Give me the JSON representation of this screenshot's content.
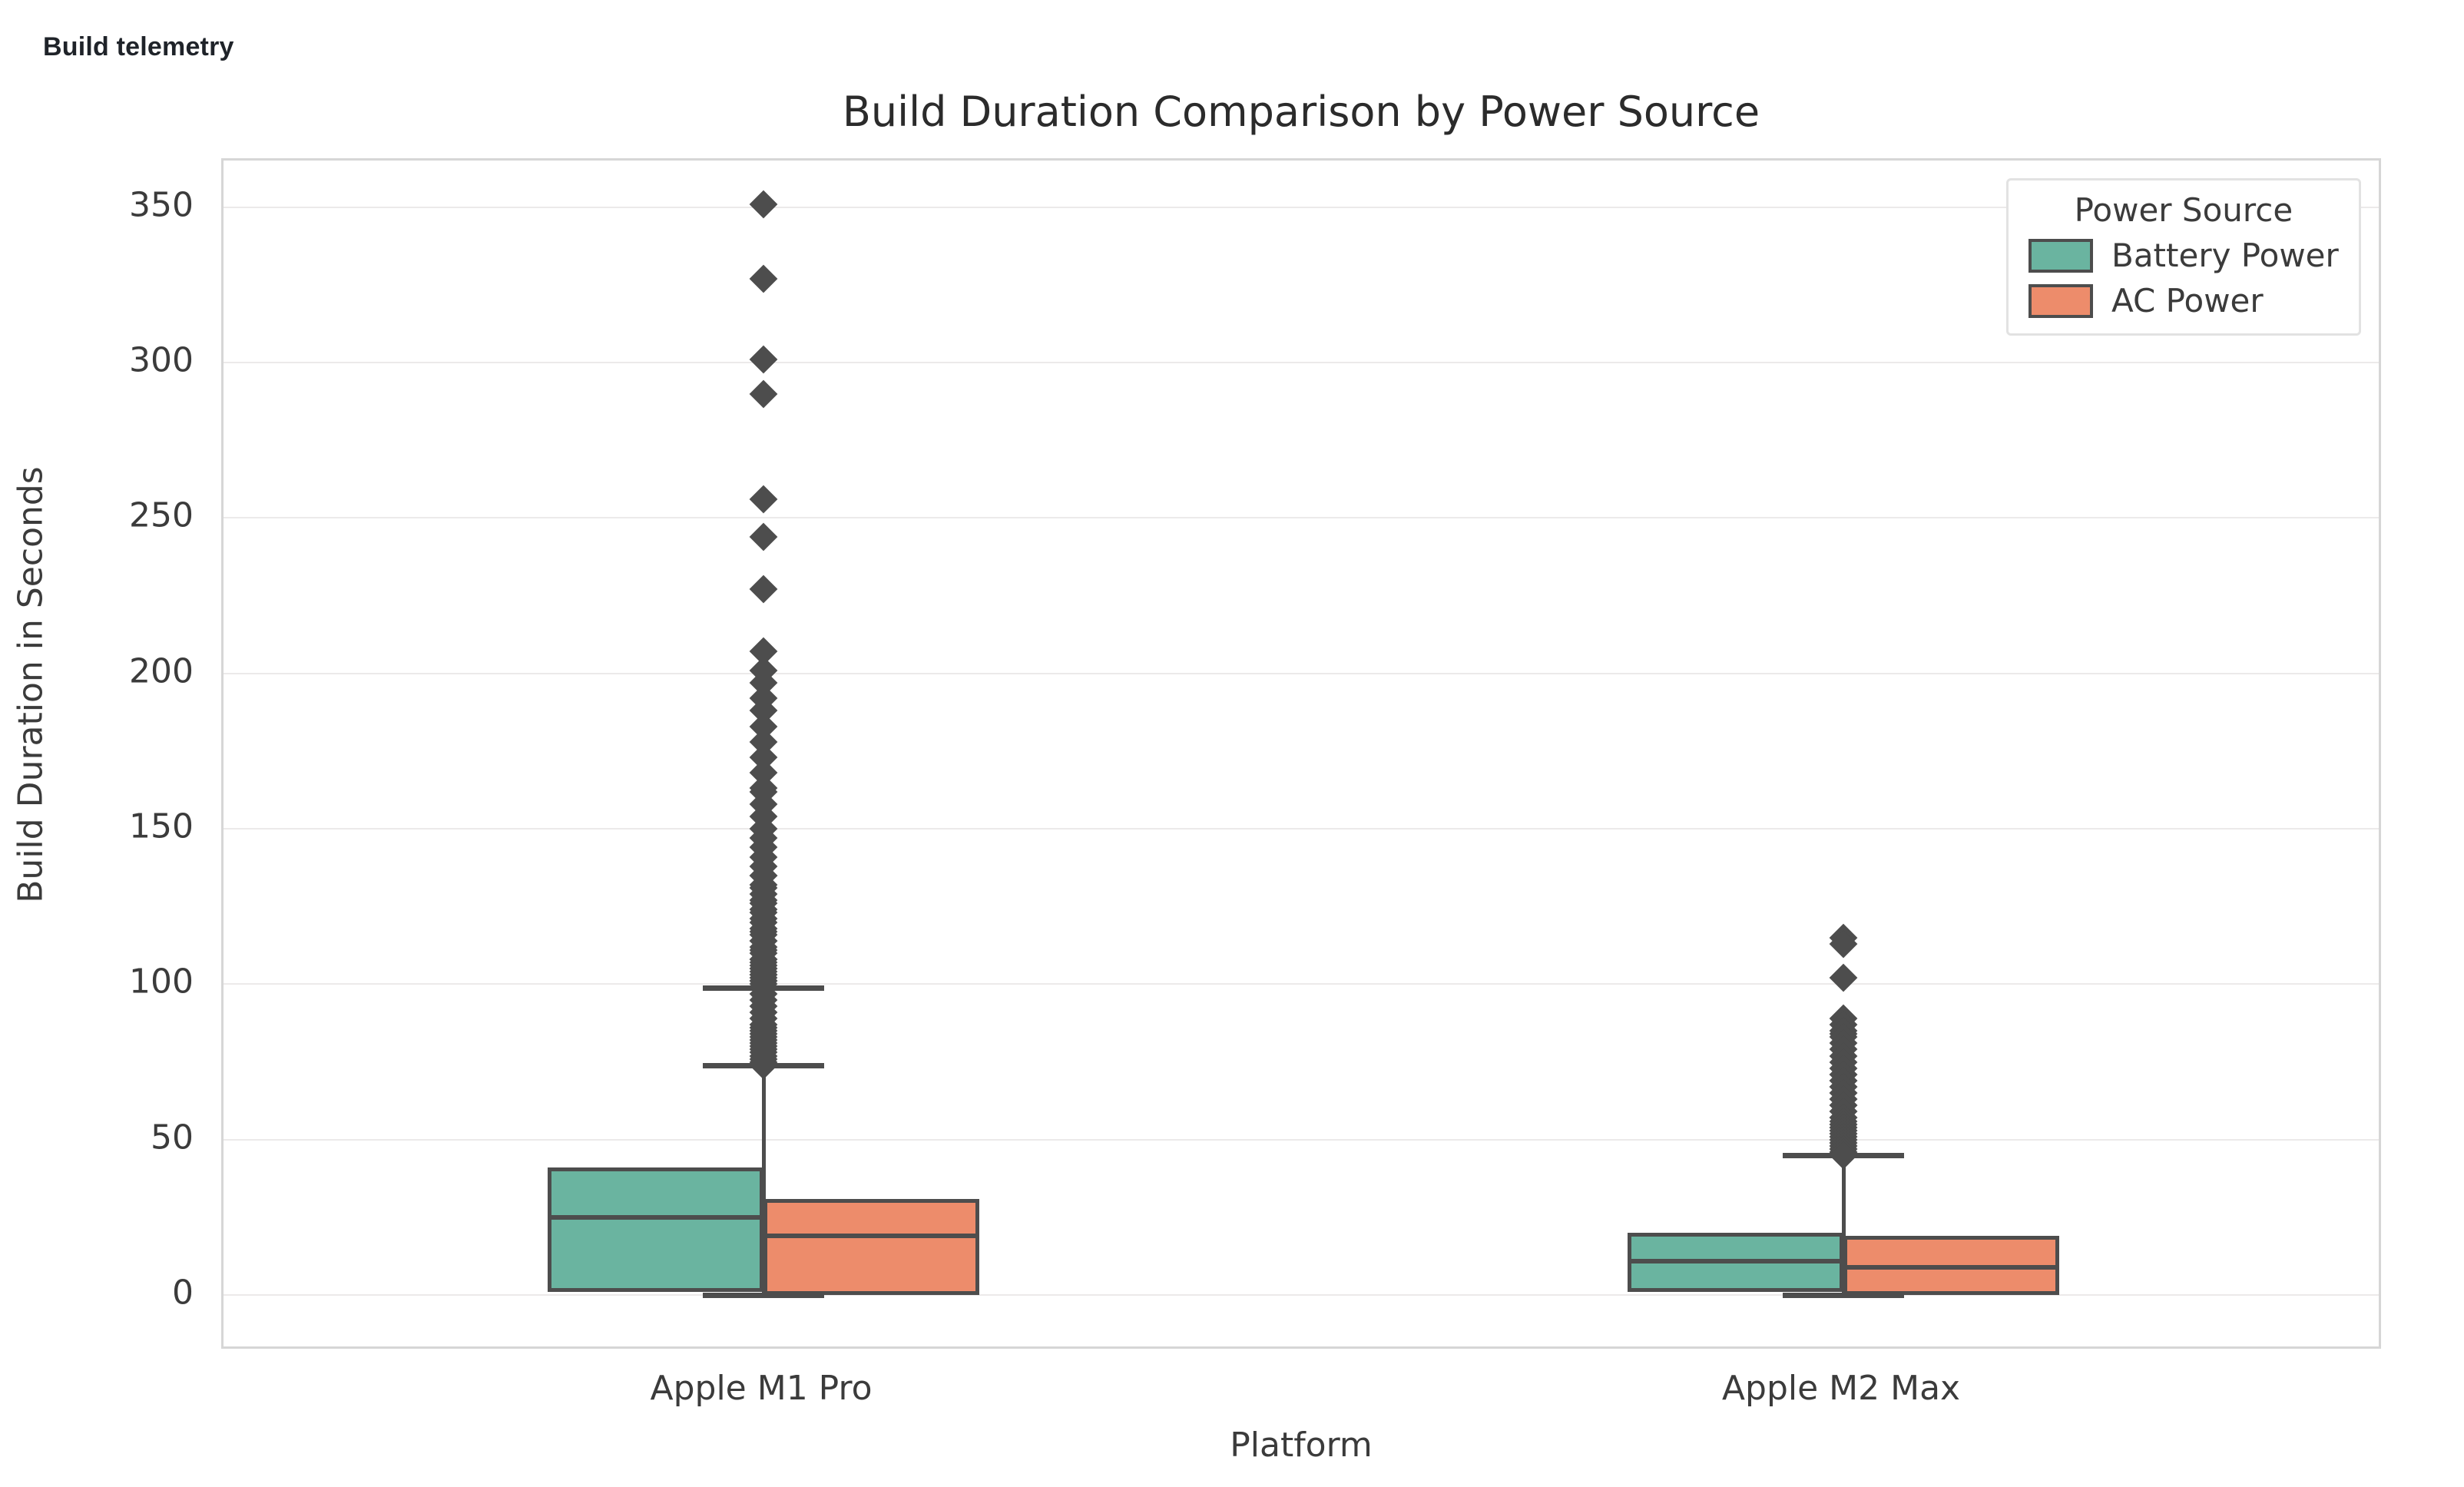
{
  "app": {
    "header": "Build telemetry"
  },
  "chart_data": {
    "type": "box",
    "title": "Build Duration Comparison by Power Source",
    "xlabel": "Platform",
    "ylabel": "Build Duration in Seconds",
    "categories": [
      "Apple M1 Pro",
      "Apple M2 Max"
    ],
    "ylim": [
      -18,
      365
    ],
    "yticks": [
      0,
      50,
      100,
      150,
      200,
      250,
      300,
      350
    ],
    "ytick_labels": [
      "0",
      "50",
      "100",
      "150",
      "200",
      "250",
      "300",
      "350"
    ],
    "grid": true,
    "legend": {
      "title": "Power Source",
      "position": "upper right",
      "entries": [
        {
          "label": "Battery Power",
          "color": "#6ab4a0"
        },
        {
          "label": "AC Power",
          "color": "#ed8c6b"
        }
      ]
    },
    "series": [
      {
        "name": "Battery Power",
        "color": "#6ab4a0",
        "boxes": [
          {
            "category": "Apple M1 Pro",
            "q1": 1,
            "median": 25,
            "q3": 41,
            "whisker_low": 0,
            "whisker_high": 99,
            "fliers": [
              256,
              163,
              135,
              131,
              127,
              124,
              121,
              118,
              116,
              114,
              112,
              110,
              108,
              107,
              106,
              105,
              104,
              103,
              102,
              101,
              100
            ]
          },
          {
            "category": "Apple M2 Max",
            "q1": 1,
            "median": 11,
            "q3": 20,
            "whisker_low": 0,
            "whisker_high": 45,
            "fliers": [
              84,
              71,
              69,
              67,
              65,
              63,
              61,
              59,
              57,
              55,
              54,
              53,
              52,
              51,
              50,
              49,
              48,
              47,
              46,
              45
            ]
          }
        ]
      },
      {
        "name": "AC Power",
        "color": "#ed8c6b",
        "boxes": [
          {
            "category": "Apple M1 Pro",
            "q1": 0,
            "median": 19,
            "q3": 31,
            "whisker_low": 0,
            "whisker_high": 74,
            "fliers": [
              351,
              327,
              301,
              290,
              244,
              227,
              207,
              201,
              197,
              192,
              188,
              183,
              178,
              173,
              168,
              162,
              158,
              154,
              150,
              147,
              144,
              141,
              138,
              135,
              132,
              129,
              126,
              123,
              120,
              117,
              114,
              111,
              108,
              105,
              103,
              101,
              99,
              97,
              95,
              93,
              91,
              89,
              87,
              86,
              85,
              84,
              83,
              82,
              81,
              80,
              79,
              78,
              77,
              76,
              75,
              74
            ]
          },
          {
            "category": "Apple M2 Max",
            "q1": 0,
            "median": 9,
            "q3": 19,
            "whisker_low": 0,
            "whisker_high": 45,
            "fliers": [
              115,
              113,
              102,
              89,
              87,
              85,
              83,
              81,
              79,
              77,
              75,
              73,
              71,
              69,
              67,
              65,
              63,
              61,
              59,
              57,
              56,
              55,
              54,
              53,
              52,
              51,
              50,
              49,
              48,
              47,
              46,
              45
            ]
          }
        ]
      }
    ]
  }
}
